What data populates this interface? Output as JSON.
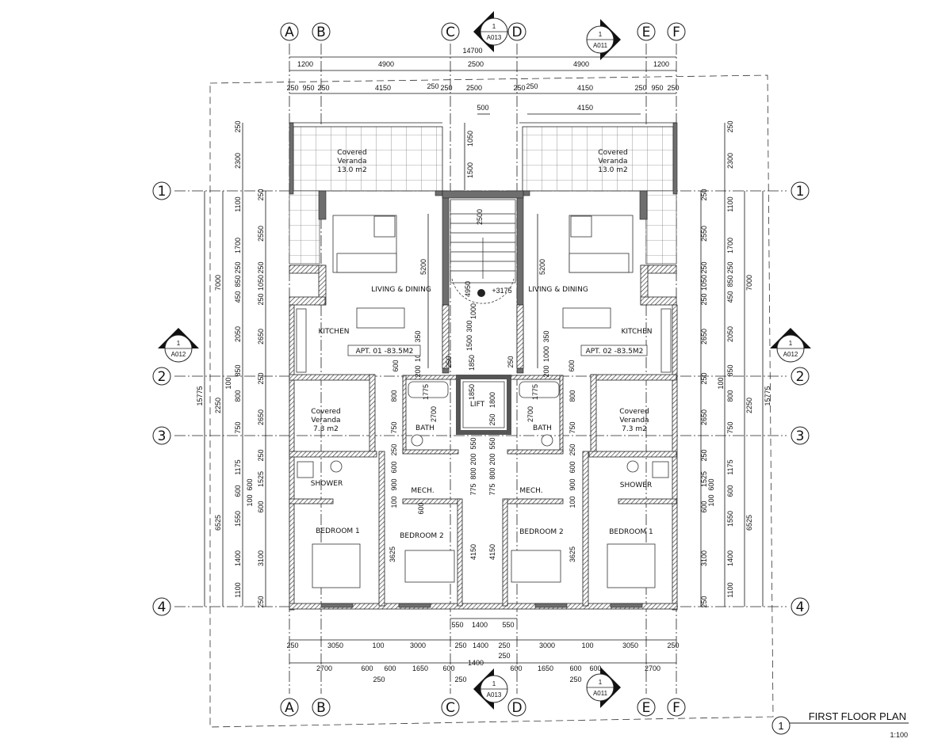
{
  "grid": {
    "columns": [
      "A",
      "B",
      "C",
      "D",
      "E",
      "F"
    ],
    "rows": [
      "1",
      "2",
      "3",
      "4"
    ]
  },
  "section_markers": {
    "top_a013": {
      "num": "1",
      "sheet": "A013"
    },
    "top_a011": {
      "num": "1",
      "sheet": "A011"
    },
    "left_a012": {
      "num": "1",
      "sheet": "A012"
    },
    "right_a012": {
      "num": "1",
      "sheet": "A012"
    },
    "bottom_a013": {
      "num": "1",
      "sheet": "A013"
    },
    "bottom_a011": {
      "num": "1",
      "sheet": "A011"
    }
  },
  "dims": {
    "top_overall": [
      "14700"
    ],
    "top_grid": [
      "1200",
      "4900",
      "2500",
      "4900",
      "1200"
    ],
    "top_walls": [
      "250",
      "950",
      "250",
      "4150",
      "250",
      "250",
      "2500",
      "250",
      "250",
      "4150",
      "250",
      "950",
      "250"
    ],
    "top_inner": [
      "500",
      "4150",
      "1050",
      "1500"
    ],
    "left_overall": [
      "15775"
    ],
    "left_grid": [
      "7000",
      "2250",
      "6525"
    ],
    "left_openings": [
      "250",
      "2300",
      "1100",
      "1700",
      "250",
      "850",
      "450",
      "2050",
      "850",
      "100",
      "800",
      "750",
      "1175",
      "600",
      "1550",
      "1400",
      "1100",
      "100",
      "600"
    ],
    "left_walls": [
      "250",
      "2550",
      "250",
      "1050",
      "250",
      "2650",
      "250",
      "2650",
      "250",
      "1525",
      "600",
      "3100",
      "250"
    ],
    "right_overall": [
      "15775"
    ],
    "right_grid": [
      "7000",
      "2250",
      "6525"
    ],
    "right_openings": [
      "250",
      "2300",
      "1100",
      "1700",
      "250",
      "850",
      "450",
      "2050",
      "850",
      "100",
      "800",
      "750",
      "1175",
      "600",
      "1550",
      "1400",
      "1100",
      "100",
      "600"
    ],
    "right_walls": [
      "250",
      "2550",
      "250",
      "1050",
      "250",
      "2650",
      "250",
      "2650",
      "250",
      "1525",
      "600",
      "3100",
      "250"
    ],
    "bottom_core": [
      "550",
      "1400",
      "550"
    ],
    "bottom_walls": [
      "250",
      "3050",
      "100",
      "3000",
      "250",
      "1400",
      "250",
      "3000",
      "100",
      "3050",
      "250",
      "250"
    ],
    "bottom_openings": [
      "2700",
      "600",
      "600",
      "1650",
      "600",
      "1400",
      "600",
      "1650",
      "600",
      "600",
      "2700"
    ],
    "bottom_extra": [
      "250",
      "250",
      "250"
    ],
    "interior": [
      "5200",
      "5200",
      "2500",
      "4950",
      "1000",
      "300",
      "1500",
      "1850",
      "350",
      "1000",
      "200",
      "600",
      "250",
      "350",
      "1000",
      "200",
      "600",
      "250",
      "1775",
      "1850",
      "1775",
      "2700",
      "2700",
      "1800",
      "250",
      "800",
      "750",
      "250",
      "600",
      "900",
      "100",
      "600",
      "3625",
      "800",
      "750",
      "250",
      "600",
      "900",
      "100",
      "3625",
      "550",
      "200",
      "800",
      "775",
      "4150",
      "550",
      "200",
      "800",
      "775",
      "4150"
    ]
  },
  "stair_level": "+3175",
  "rooms": {
    "veranda_left": [
      "Covered",
      "Veranda",
      "13.0 m2"
    ],
    "veranda_right": [
      "Covered",
      "Veranda",
      "13.0 m2"
    ],
    "living_left": "LIVING & DINING",
    "living_right": "LIVING & DINING",
    "kitchen_left": "KITCHEN",
    "kitchen_right": "KITCHEN",
    "apt_left": "APT. 01 -83.5M2",
    "apt_right": "APT. 02 -83.5M2",
    "cveranda_left": [
      "Covered",
      "Veranda",
      "7.3 m2"
    ],
    "cveranda_right": [
      "Covered",
      "Veranda",
      "7.3 m2"
    ],
    "bath_left": "BATH",
    "bath_right": "BATH",
    "lift": "LIFT",
    "shower_left": "SHOWER",
    "shower_right": "SHOWER",
    "mech_left": "MECH.",
    "mech_right": "MECH.",
    "bed1_left": "BEDROOM 1",
    "bed2_left": "BEDROOM 2",
    "bed2_right": "BEDROOM 2",
    "bed1_right": "BEDROOM 1"
  },
  "title_block": {
    "number": "1",
    "title": "FIRST FLOOR PLAN",
    "scale": "1:100"
  }
}
